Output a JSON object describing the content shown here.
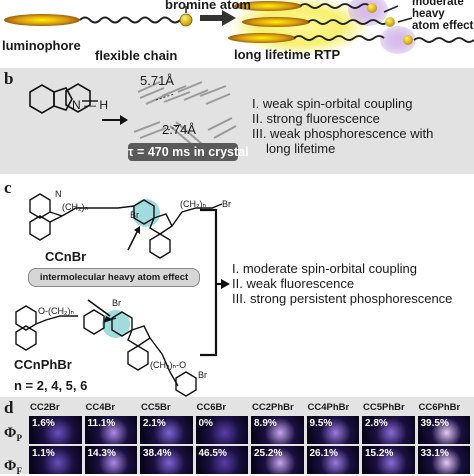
{
  "panel_a": {
    "bromine_label": "bromine atom",
    "heavy_atom_label_line1": "moderate heavy",
    "heavy_atom_label_line2": "atom effect",
    "luminophore": "luminophore",
    "flexible_chain": "flexible chain",
    "long_lifetime": "long lifetime RTP"
  },
  "panel_b": {
    "letter": "b",
    "nh": "N — H",
    "distance_1": "5.71Å",
    "distance_2": "2.74Å",
    "lifetime": "τ = 470 ms in crystal",
    "props": [
      "I. weak spin-orbital coupling",
      "II. strong fluorescence",
      "III. weak phosphorescence with",
      "long lifetime"
    ]
  },
  "panel_c": {
    "letter": "c",
    "compound_1": "CCnBr",
    "compound_2": "CCnPhBr",
    "box_label": "intermolecular heavy atom effect",
    "n_values": "n = 2, 4, 5, 6",
    "chain_1": "(CH₂)ₙ",
    "chain_2": "(CH₂)ₙ",
    "chain_3": "O-(CH₂)ₙ",
    "chain_4": "(CH₂)ₙ-O",
    "br": "Br",
    "n_atom": "N",
    "props": [
      "I. moderate spin-orbital coupling",
      "II. weak fluorescence",
      "III. strong persistent phosphorescence"
    ]
  },
  "panel_d": {
    "letter": "d",
    "row_labels": [
      "Φ",
      "Φ"
    ],
    "row_subs": [
      "P",
      "F"
    ],
    "samples": [
      {
        "name": "CC2Br",
        "phi_p": "1.6%",
        "phi_f": "1.1%"
      },
      {
        "name": "CC4Br",
        "phi_p": "11.1%",
        "phi_f": "14.3%"
      },
      {
        "name": "CC5Br",
        "phi_p": "2.1%",
        "phi_f": "38.4%"
      },
      {
        "name": "CC6Br",
        "phi_p": "0%",
        "phi_f": "46.5%"
      },
      {
        "name": "CC2PhBr",
        "phi_p": "8.9%",
        "phi_f": "25.2%"
      },
      {
        "name": "CC4PhBr",
        "phi_p": "9.5%",
        "phi_f": "26.1%"
      },
      {
        "name": "CC5PhBr",
        "phi_p": "2.8%",
        "phi_f": "15.2%"
      },
      {
        "name": "CC6PhBr",
        "phi_p": "39.5%",
        "phi_f": "33.1%"
      }
    ]
  },
  "colors": {
    "accent_cyan": "#8fd5d8",
    "glow_yellow": "#f2ea5a",
    "purple": "#a989d0",
    "panel_bg": "#dcdcdc",
    "photo_bg": "#08051a"
  }
}
